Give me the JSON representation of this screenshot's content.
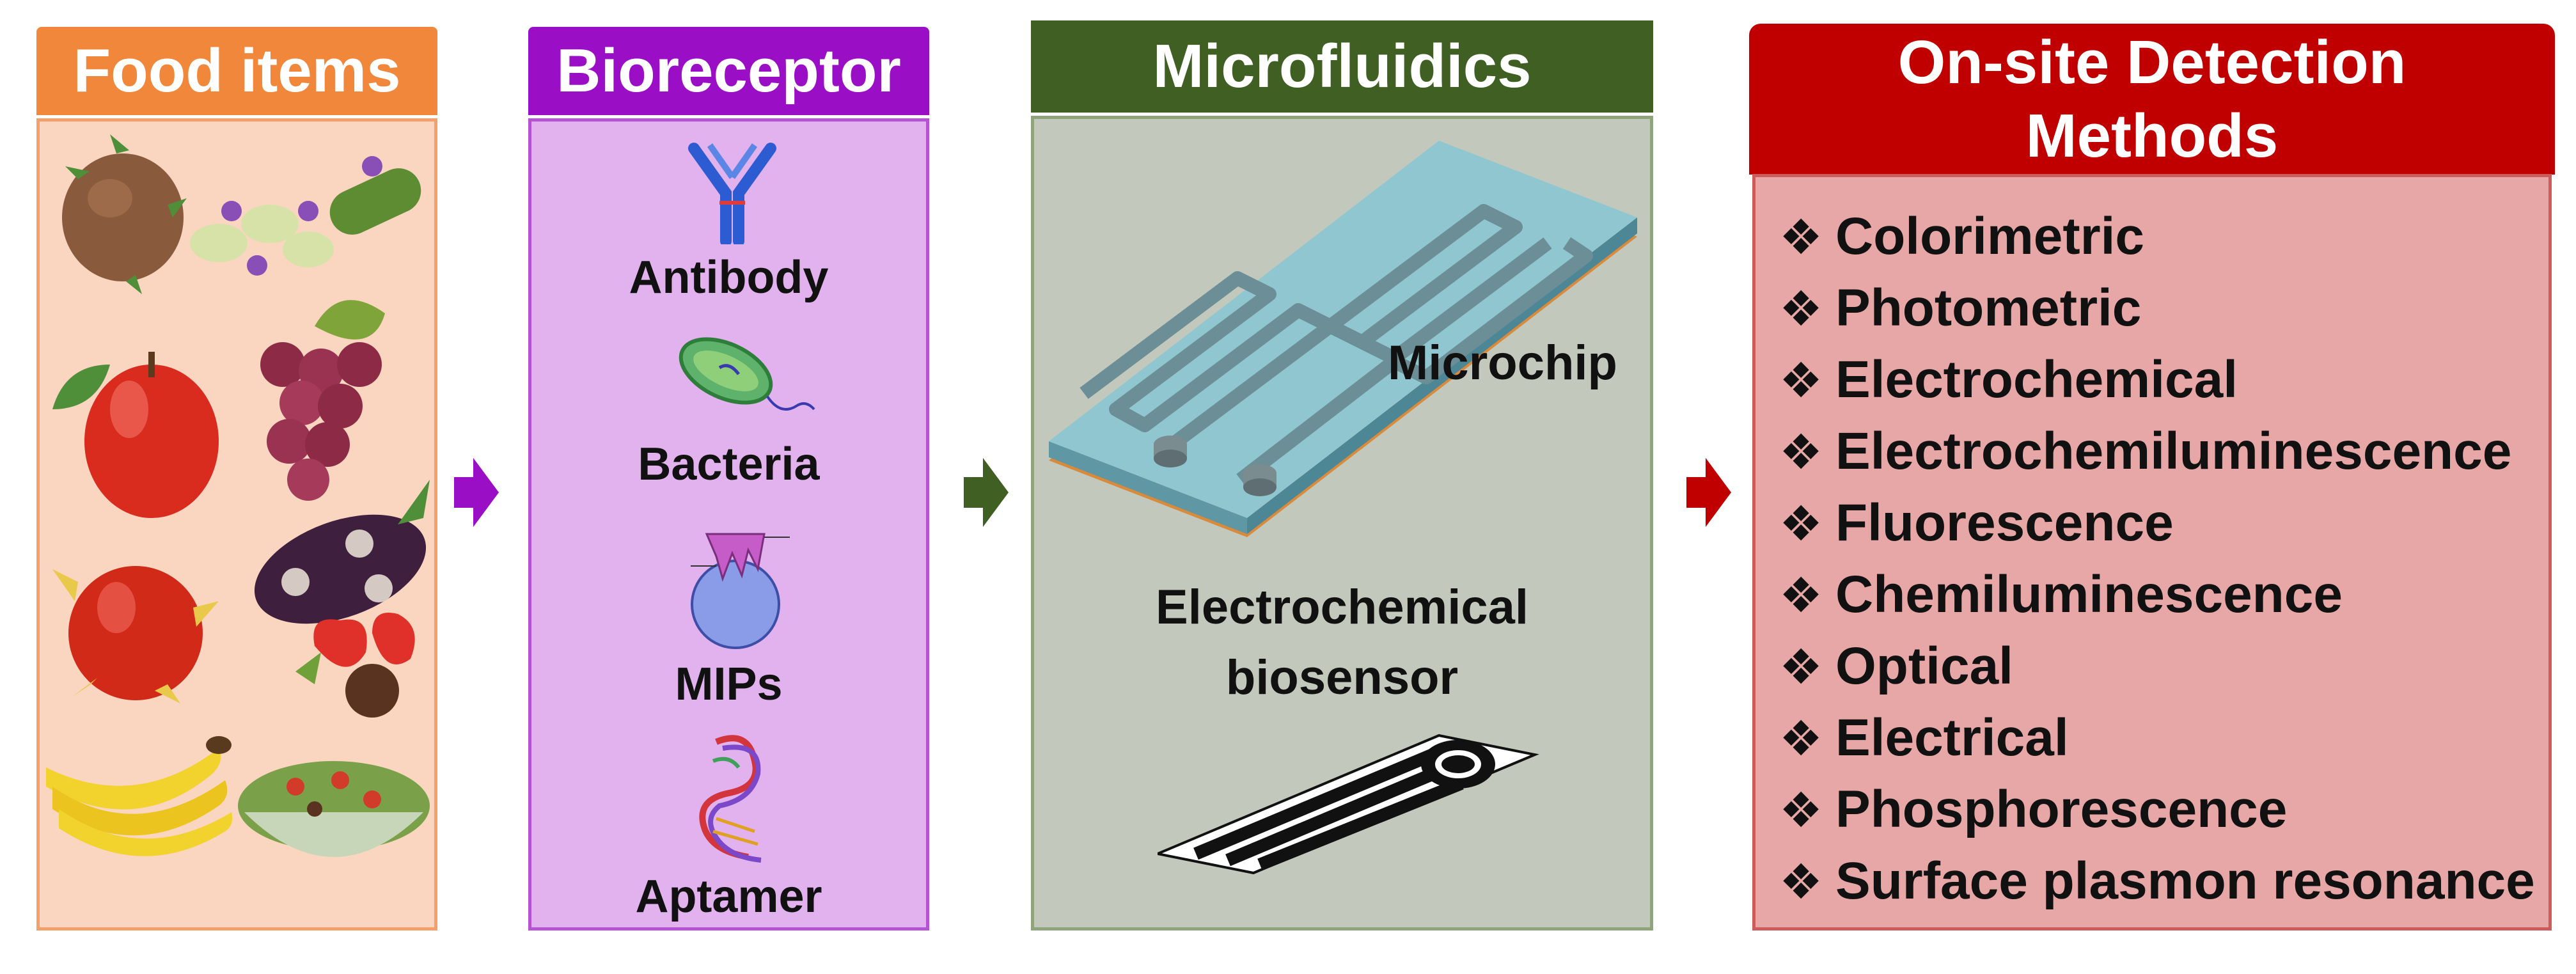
{
  "colors": {
    "food": "#f0873a",
    "bioreceptor": "#9a0fc6",
    "microfluidics": "#3f5f23",
    "detection": "#c00000"
  },
  "food_items": {
    "title": "Food items"
  },
  "bioreceptor": {
    "title": "Bioreceptor",
    "items": [
      "Antibody",
      "Bacteria",
      "MIPs",
      "Aptamer"
    ]
  },
  "microfluidics": {
    "title": "Microfluidics",
    "microchip_label": "Microchip",
    "sensor_label_line1": "Electrochemical",
    "sensor_label_line2": "biosensor"
  },
  "detection": {
    "title_line1": "On-site Detection",
    "title_line2": "Methods",
    "bullet": "❖",
    "methods": [
      "Colorimetric",
      "Photometric",
      "Electrochemical",
      "Electrochemiluminescence",
      "Fluorescence",
      "Chemiluminescence",
      "Optical",
      "Electrical",
      "Phosphorescence",
      "Surface plasmon resonance"
    ]
  }
}
